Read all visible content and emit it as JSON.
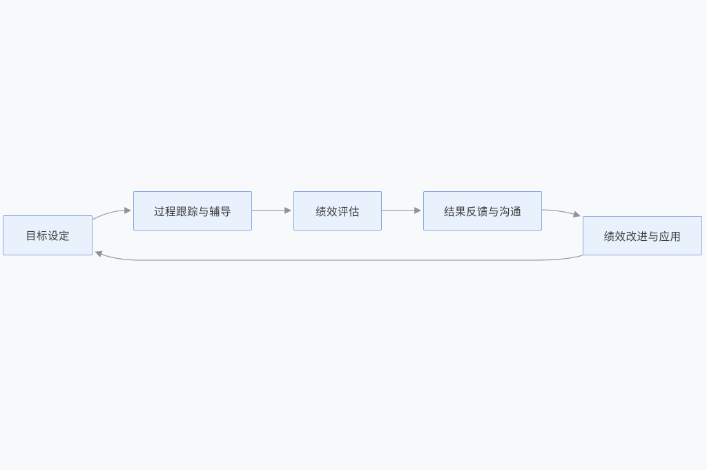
{
  "diagram": {
    "type": "flowchart",
    "direction": "left-to-right",
    "background_color": "#f8f9fa",
    "node_fill_color": "#e9f2fc",
    "node_border_color": "#88a6e6",
    "node_text_color": "#3b3b3b",
    "edge_color": "#9aa0a6",
    "nodes": [
      {
        "id": "goal-setting",
        "label": "目标设定"
      },
      {
        "id": "process-tracking",
        "label": "过程跟踪与辅导"
      },
      {
        "id": "performance-evaluation",
        "label": "绩效评估"
      },
      {
        "id": "result-feedback",
        "label": "结果反馈与沟通"
      },
      {
        "id": "performance-improvement",
        "label": "绩效改进与应用"
      }
    ],
    "edges": [
      {
        "from": "目标设定",
        "to": "过程跟踪与辅导",
        "style": "arrow"
      },
      {
        "from": "过程跟踪与辅导",
        "to": "绩效评估",
        "style": "arrow"
      },
      {
        "from": "绩效评估",
        "to": "结果反馈与沟通",
        "style": "arrow"
      },
      {
        "from": "结果反馈与沟通",
        "to": "绩效改进与应用",
        "style": "arrow"
      },
      {
        "from": "绩效改进与应用",
        "to": "目标设定",
        "style": "feedback-loop-arrow"
      }
    ]
  }
}
